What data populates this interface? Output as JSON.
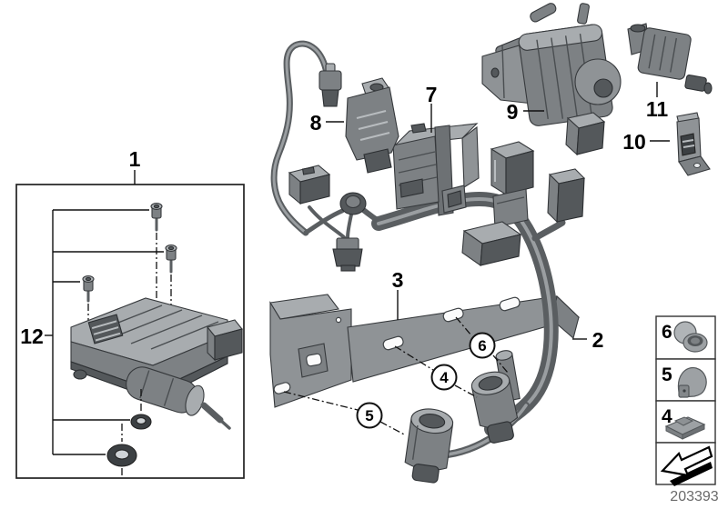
{
  "diagram": {
    "sheet_number": "203393",
    "colors": {
      "background": "#ffffff",
      "line": "#111111",
      "part_gray": "#7d8184",
      "part_gray_light": "#a8acaf",
      "part_gray_dark": "#54585b",
      "washer_dark": "#3c4043",
      "sheet_number_text": "#6a6a6a"
    },
    "callouts": {
      "c1": "1",
      "c2": "2",
      "c3": "3",
      "c4": "4",
      "c5": "5",
      "c6": "6",
      "c7": "7",
      "c8": "8",
      "c9": "9",
      "c10": "10",
      "c11": "11",
      "c12": "12"
    },
    "legend": {
      "items": [
        {
          "label": "6",
          "icon": "grommet-icon"
        },
        {
          "label": "5",
          "icon": "clip-icon"
        },
        {
          "label": "4",
          "icon": "cable-clip-icon"
        }
      ],
      "arrow_icon": "direction-of-travel-arrow-icon"
    }
  }
}
